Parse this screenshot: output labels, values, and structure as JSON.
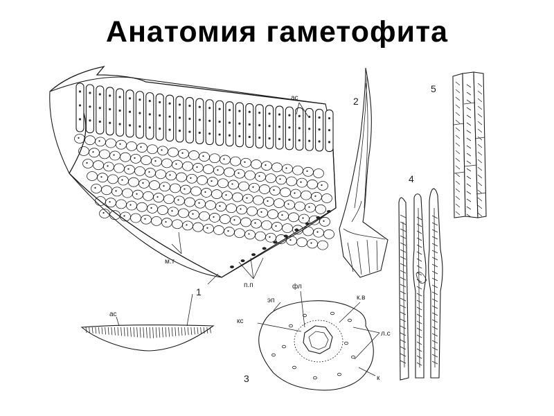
{
  "title": "Анатомия гаметофита",
  "figures": {
    "fig1": {
      "number": "1",
      "label_top": "ас",
      "label_left": "м.т",
      "label_bottom": "п.п",
      "label_small": "ас"
    },
    "fig2": {
      "number": "2"
    },
    "fig3": {
      "number": "3",
      "label_fl": "фл",
      "label_ep": "эп",
      "label_ks": "кс",
      "label_kv": "к.в",
      "label_ls": "л.с",
      "label_k": "к"
    },
    "fig4": {
      "number": "4"
    },
    "fig5": {
      "number": "5"
    }
  }
}
